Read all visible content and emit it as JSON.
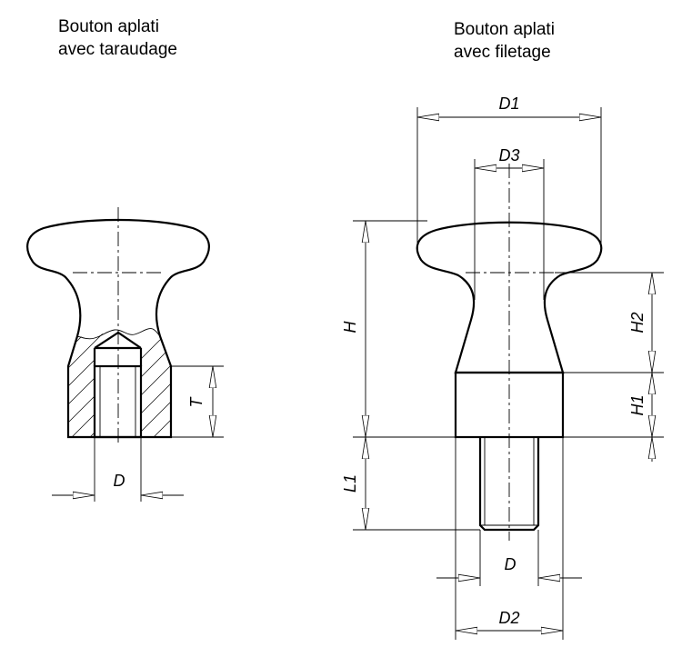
{
  "left_view": {
    "title_line1": "Bouton aplati",
    "title_line2": "avec taraudage",
    "dims": {
      "T": "T",
      "D": "D"
    }
  },
  "right_view": {
    "title_line1": "Bouton aplati",
    "title_line2": "avec filetage",
    "dims": {
      "D1": "D1",
      "D3": "D3",
      "H": "H",
      "H1": "H1",
      "H2": "H2",
      "L1": "L1",
      "D": "D",
      "D2": "D2"
    }
  }
}
